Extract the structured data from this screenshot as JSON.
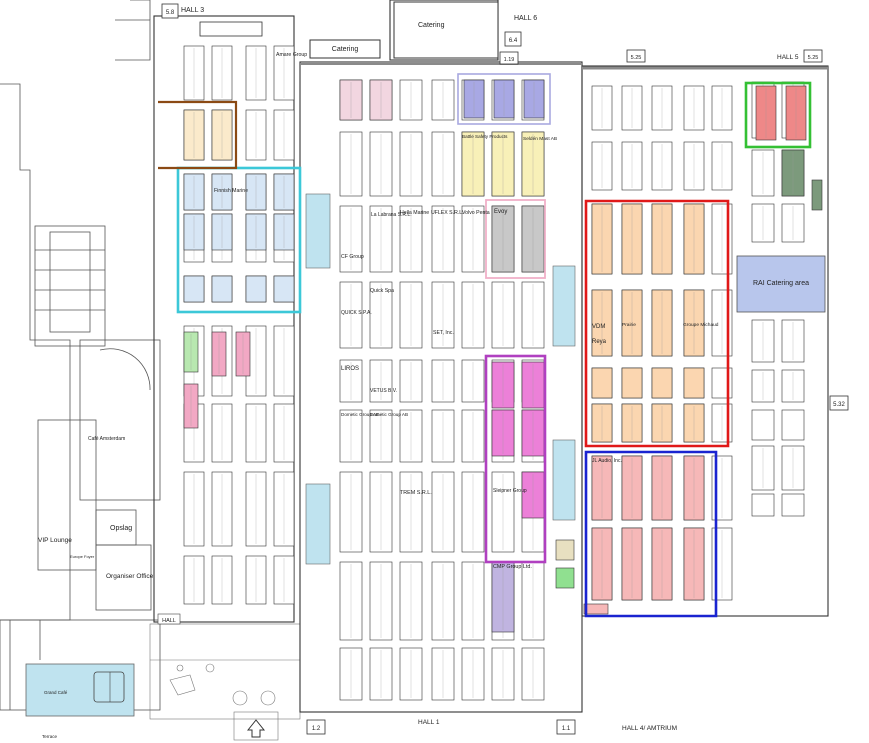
{
  "halls": {
    "hall3": "HALL 3",
    "hall6": "HALL 6",
    "hall5": "HALL 5",
    "hall1": "HALL 1",
    "hall4": "HALL 4/ AMTRIUM",
    "hall": "HALL"
  },
  "gates": {
    "g58": "5.8",
    "g64": "6.4",
    "g119": "1.19",
    "g525a": "5.25",
    "g525b": "5.25",
    "g532": "5.32",
    "g12": "1.2",
    "g11": "1.1"
  },
  "venues": {
    "catering_top": "Catering",
    "catering_mid": "Catering",
    "rai_catering": "RAI Catering area",
    "cafe_amsterdam": "Café Amsterdam",
    "vip_lounge": "VIP Lounge",
    "europe_foyer": "Europe Foyer",
    "organiser_office": "Organiser Office",
    "opstag": "Opslag",
    "grand_cafe": "Grand Café",
    "terrace": "Terrace"
  },
  "exhibitors": {
    "amare": "Amare Group",
    "finnish_marine": "Finnish Marine",
    "cf_group": "CF Group",
    "la_labrana": "La Labrana S.R.L.",
    "uflex": "UFLEX S.R.L.",
    "hella": "Hella Marine",
    "volvo": "Volvo Penta",
    "evoy": "Evoy",
    "quick": "Quick Spa",
    "quick2": "QUICK S.P.A.",
    "set": "SET, Inc.",
    "liros": "LIROS",
    "vetus": "VETUS B.V.",
    "dometic": "Dometic Group AB",
    "dometic2": "Dometic Group AB",
    "trem": "TREM S.R.L.",
    "seldon": "Seldén Mast AB",
    "battle": "Battle Safety Products",
    "vdm": "VDM",
    "reya": "Reya",
    "groupe": "Groupe Michaud",
    "prairie": "Prairie",
    "cmp": "CMP Group Ltd.",
    "slepner": "Sleipner Group",
    "jl_audio": "JL Audio, Inc."
  },
  "colors": {
    "zone_cyan": "#3cc8d8",
    "zone_brown": "#8b4a14",
    "zone_red": "#e01818",
    "zone_blue": "#1a24d0",
    "zone_green": "#34c034",
    "zone_purple": "#b040c0",
    "zone_lavender": "#a8a8e0",
    "zone_pink": "#f0b0c8"
  }
}
